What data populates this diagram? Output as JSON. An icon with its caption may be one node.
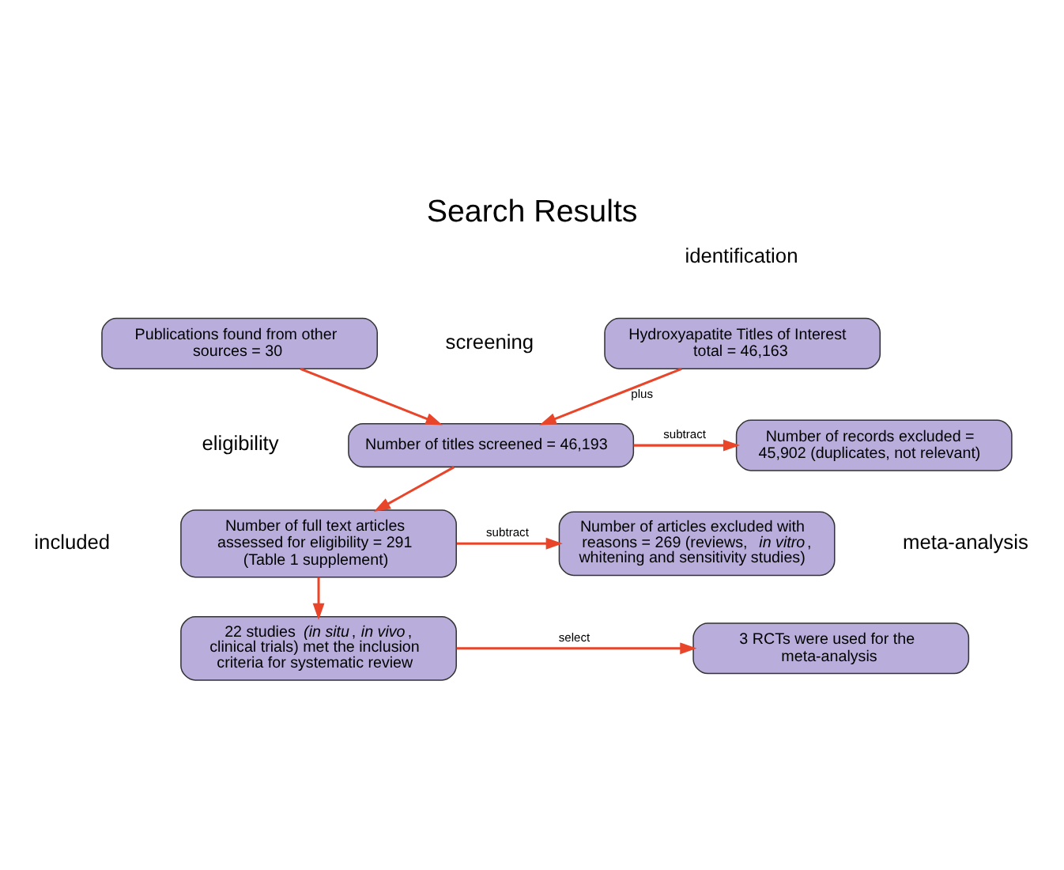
{
  "diagram": {
    "title": "Search Results",
    "nodes": [
      {
        "text": [
          "Hydroxyapatite Titles of Interest",
          "total = 46,163"
        ]
      },
      {
        "text": [
          "Publications found from other sources = 30"
        ]
      },
      {
        "text": [
          "Number of titles screened = 46,193"
        ]
      },
      {
        "text": [
          "Number of records excluded = 45,902 (duplicates, not relevant)"
        ]
      },
      {
        "text": [
          "Number of full text articles assessed for eligibility = 291 (Table 1 supplement)"
        ]
      },
      {
        "text": [
          "Number of articles excluded with reasons = 269 (reviews, *in vitro*, whitening and sensitivity studies)"
        ]
      },
      {
        "text": [
          "22 studies *(in situ*, *in vivo*, clinical trials) met the inclusion criteria for systematic review"
        ]
      },
      {
        "text": [
          "3 RCTs were used for the meta-analysis"
        ]
      }
    ],
    "edges": [
      {
        "from": 0,
        "to": 2,
        "arrow": "to",
        "label": "plus"
      },
      {
        "from": 1,
        "to": 2,
        "arrow": "to"
      },
      {
        "from": 2,
        "to": 3,
        "arrow": "to",
        "label": "subtract"
      },
      {
        "from": 2,
        "to": 4,
        "arrow": "to"
      },
      {
        "from": 4,
        "to": 5,
        "arrow": "to",
        "label": "subtract"
      },
      {
        "from": 4,
        "to": 6,
        "arrow": "to"
      },
      {
        "from": 6,
        "to": 7,
        "arrow": "to",
        "label": "select"
      }
    ],
    "labels": [
      "identification",
      "screening",
      "eligibility",
      "included",
      "meta-analysis"
    ]
  }
}
